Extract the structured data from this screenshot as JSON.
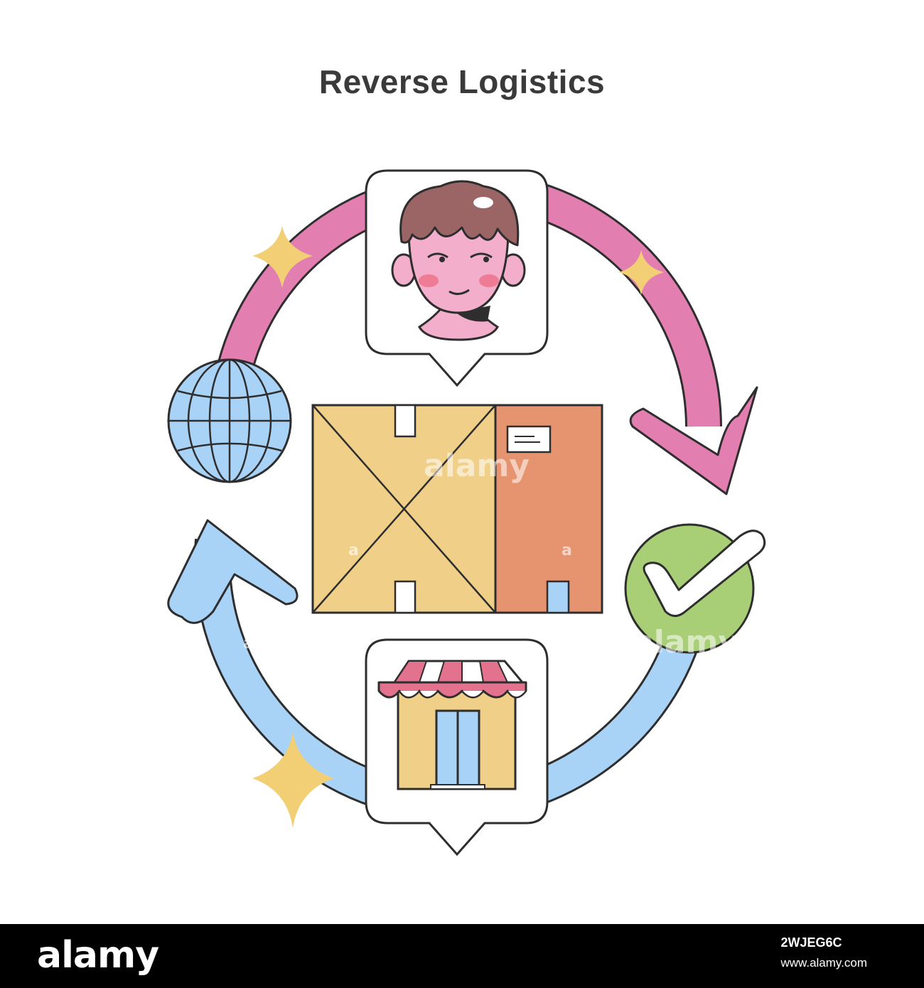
{
  "title": "Reverse Logistics",
  "diagram": {
    "type": "cycle",
    "nodes": [
      {
        "id": "customer",
        "icon": "person-avatar-icon"
      },
      {
        "id": "approval",
        "icon": "checkmark-icon"
      },
      {
        "id": "store",
        "icon": "storefront-icon"
      },
      {
        "id": "global",
        "icon": "globe-icon"
      },
      {
        "id": "center",
        "icon": "package-box-icon"
      }
    ],
    "arrows": [
      {
        "from": "global",
        "to": "approval",
        "color": "#e27fb0"
      },
      {
        "from": "approval",
        "to": "global",
        "color": "#a9d2f7"
      }
    ],
    "decorations": [
      "sparkle-icon",
      "sparkle-icon",
      "sparkle-icon"
    ]
  },
  "colors": {
    "pink_arrow": "#e27fb0",
    "blue_arrow": "#a9d2f7",
    "box_front": "#f0cf88",
    "box_side": "#e69470",
    "check_green": "#a8cf76",
    "sparkle": "#f2cf75",
    "outline": "#2e2e2e"
  },
  "watermark": {
    "brand": "alamy",
    "mark": "a"
  },
  "footer": {
    "logo": "alamy",
    "image_id": "2WJEG6C",
    "url": "www.alamy.com"
  }
}
